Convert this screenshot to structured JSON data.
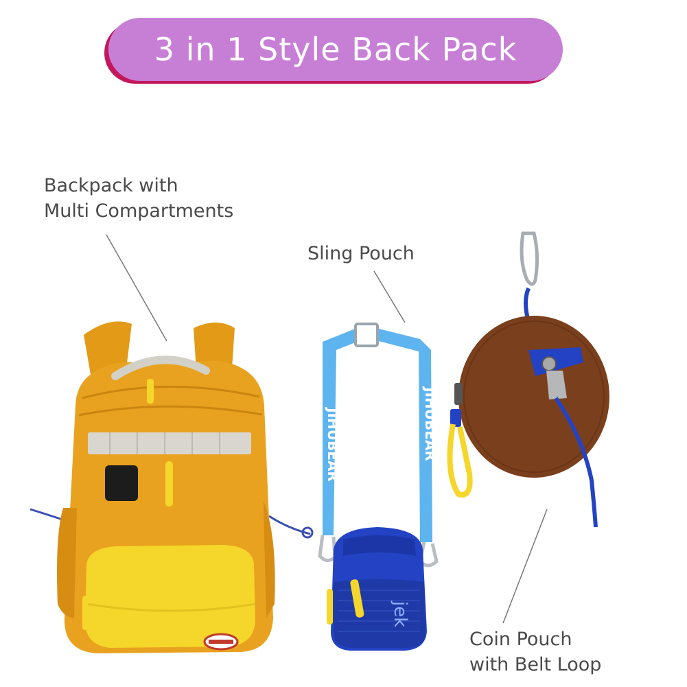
{
  "title": "3 in 1 Style Back Pack",
  "labels": {
    "backpack": [
      "Backpack with",
      "Multi Compartments"
    ],
    "sling": "Sling Pouch",
    "coin": [
      "Coin Pouch",
      "with Belt Loop"
    ]
  },
  "strap_text": "JIHUBEAR",
  "pouch_text": "jek",
  "colors": {
    "title_pill": "#c77fd6",
    "title_shadow": "#c2185b",
    "backpack_orange": "#e8a21f",
    "backpack_yellow": "#f5d62a",
    "sling_blue": "#2343c4",
    "strap_light_blue": "#5db4ee",
    "coin_brown": "#7a3f1c"
  }
}
